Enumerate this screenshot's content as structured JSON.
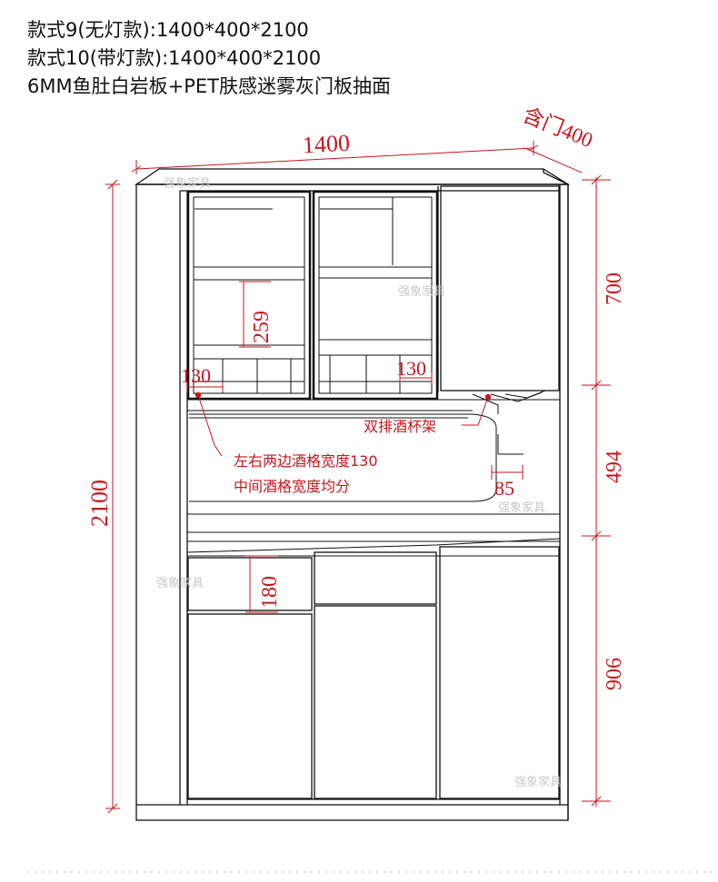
{
  "header": {
    "line1": "款式9(无灯款):1400*400*2100",
    "line2": "款式10(带灯款):1400*400*2100",
    "line3": "6MM鱼肚白岩板+PET肤感迷雾灰门板抽面"
  },
  "dimensions": {
    "width": "1400",
    "depth_label": "含门400",
    "height": "2100",
    "upper_height": "700",
    "middle_height": "494",
    "lower_height": "906",
    "shelf_spacing": "259",
    "wine_slot_left": "130",
    "wine_slot_right": "130",
    "drawer_height": "180",
    "rack_offset": "85"
  },
  "notes": {
    "wine_grid_line1": "左右两边酒格宽度130",
    "wine_grid_line2": "中间酒格宽度均分",
    "glass_rack": "双排酒杯架"
  },
  "watermark": "强象家具",
  "colors": {
    "dimension": "#c8161d",
    "outline": "#111111",
    "watermark": "#c9c9c9"
  }
}
